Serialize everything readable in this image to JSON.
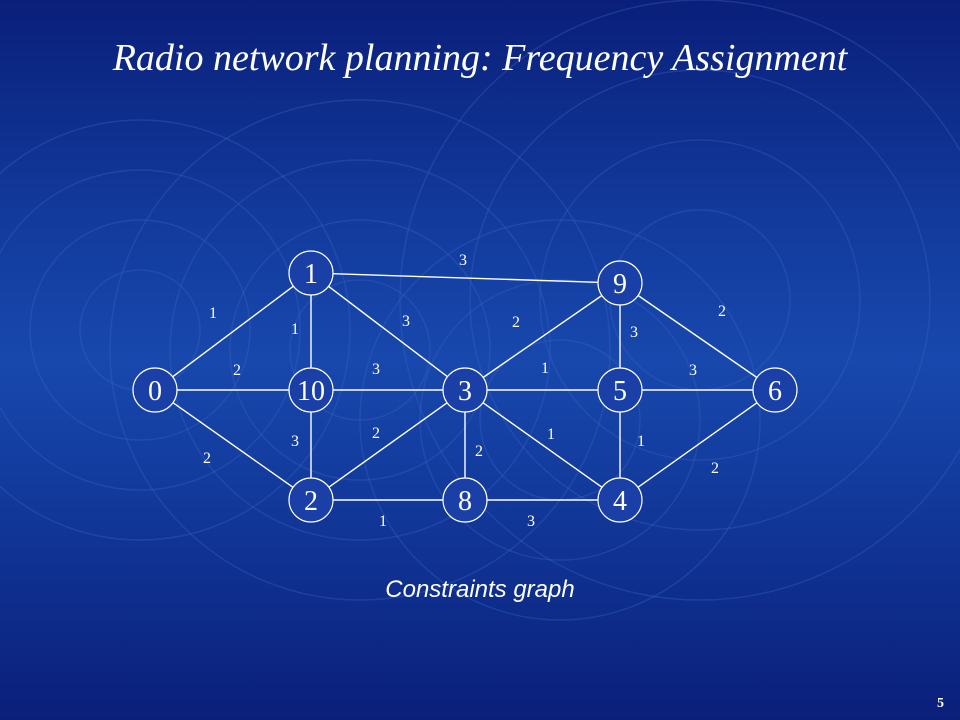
{
  "slide": {
    "title": "Radio network planning: Frequency Assignment",
    "caption": "Constraints graph",
    "page_number": "5"
  },
  "graph": {
    "nodes": [
      {
        "id": "0",
        "label": "0"
      },
      {
        "id": "1",
        "label": "1"
      },
      {
        "id": "10",
        "label": "10"
      },
      {
        "id": "2",
        "label": "2"
      },
      {
        "id": "3",
        "label": "3"
      },
      {
        "id": "8",
        "label": "8"
      },
      {
        "id": "9",
        "label": "9"
      },
      {
        "id": "5",
        "label": "5"
      },
      {
        "id": "4",
        "label": "4"
      },
      {
        "id": "6",
        "label": "6"
      }
    ],
    "edges": [
      {
        "from": "0",
        "to": "1",
        "weight": "1"
      },
      {
        "from": "0",
        "to": "10",
        "weight": "2"
      },
      {
        "from": "0",
        "to": "2",
        "weight": "2"
      },
      {
        "from": "1",
        "to": "10",
        "weight": "1"
      },
      {
        "from": "1",
        "to": "3",
        "weight": "3"
      },
      {
        "from": "1",
        "to": "9",
        "weight": "3"
      },
      {
        "from": "10",
        "to": "3",
        "weight": "3"
      },
      {
        "from": "10",
        "to": "2",
        "weight": "3"
      },
      {
        "from": "2",
        "to": "3",
        "weight": "2"
      },
      {
        "from": "2",
        "to": "8",
        "weight": "1"
      },
      {
        "from": "3",
        "to": "8",
        "weight": "2"
      },
      {
        "from": "3",
        "to": "9",
        "weight": "2"
      },
      {
        "from": "3",
        "to": "5",
        "weight": "1"
      },
      {
        "from": "3",
        "to": "4",
        "weight": "1"
      },
      {
        "from": "8",
        "to": "4",
        "weight": "3"
      },
      {
        "from": "9",
        "to": "5",
        "weight": "3"
      },
      {
        "from": "9",
        "to": "6",
        "weight": "2"
      },
      {
        "from": "5",
        "to": "6",
        "weight": "3"
      },
      {
        "from": "5",
        "to": "4",
        "weight": "1"
      },
      {
        "from": "4",
        "to": "6",
        "weight": "2"
      }
    ]
  }
}
